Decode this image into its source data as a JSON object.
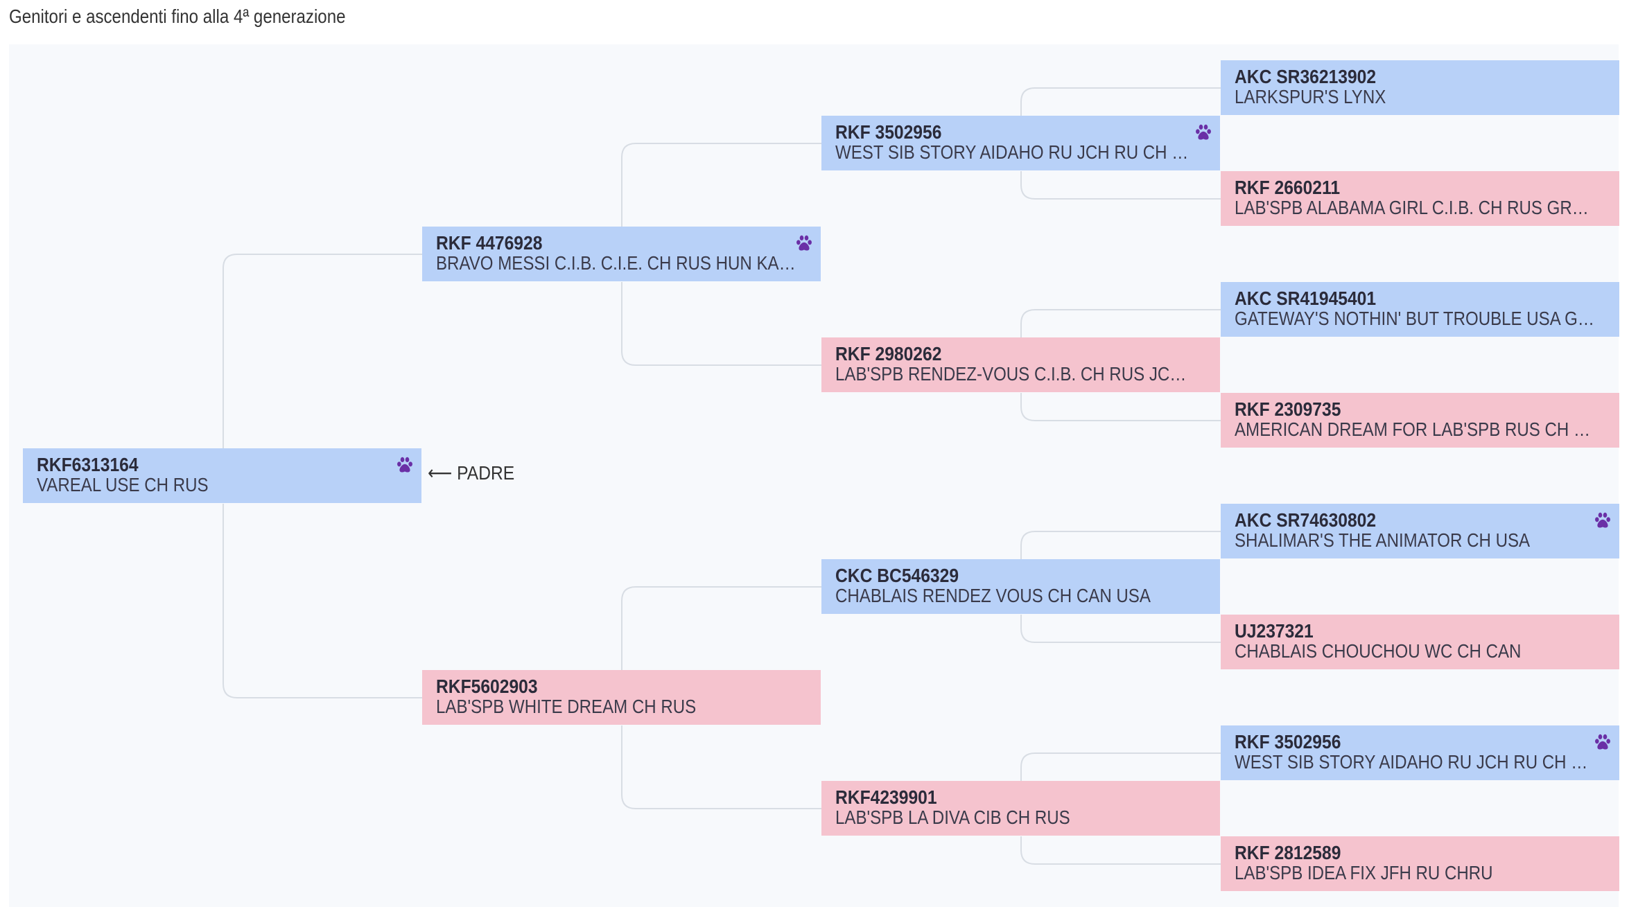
{
  "caption": "Genitori e ascendenti fino alla 4ª generazione",
  "padre_label": "⟵ PADRE",
  "colors": {
    "male": "#b8d1f8",
    "female": "#f5c3ce",
    "paw": "#6a2fa6",
    "connector": "#d8dde4"
  },
  "icons": {
    "paw": "paw-icon"
  },
  "dogs": {
    "subject": {
      "reg": "RKF6313164",
      "name": "VAREAL USE CH RUS",
      "sex": "male",
      "paw": true
    },
    "sire": {
      "reg": "RKF 4476928",
      "name": "BRAVO MESSI C.I.B. C.I.E. CH RUS HUN KAZ LV...",
      "sex": "male",
      "paw": true
    },
    "dam": {
      "reg": "RKF5602903",
      "name": "LAB'SPB WHITE DREAM CH RUS",
      "sex": "female",
      "paw": false
    },
    "ss": {
      "reg": "RKF 3502956",
      "name": "WEST SIB STORY AIDAHO RU JCH RU CH RKF ...",
      "sex": "male",
      "paw": true
    },
    "sd": {
      "reg": "RKF 2980262",
      "name": "LAB'SPB RENDEZ-VOUS C.I.B. CH RUS JCHRUS",
      "sex": "female",
      "paw": false
    },
    "ds": {
      "reg": "CKC BC546329",
      "name": "CHABLAIS RENDEZ VOUS CH CAN USA",
      "sex": "male",
      "paw": false
    },
    "dd": {
      "reg": "RKF4239901",
      "name": "LAB'SPB LA DIVA CIB CH RUS",
      "sex": "female",
      "paw": false
    },
    "sss": {
      "reg": "AKC SR36213902",
      "name": "LARKSPUR'S LYNX",
      "sex": "male",
      "paw": false
    },
    "ssd": {
      "reg": "RKF 2660211",
      "name": "LAB'SPB ALABAMA GIRL C.I.B. CH RUS GRAND ...",
      "sex": "female",
      "paw": false
    },
    "sds": {
      "reg": "AKC SR41945401",
      "name": "GATEWAY'S NOTHIN' BUT TROUBLE USA GCHS ...",
      "sex": "male",
      "paw": false
    },
    "sdd": {
      "reg": "RKF 2309735",
      "name": "AMERICAN DREAM FOR LAB'SPB RUS CH JCH",
      "sex": "female",
      "paw": false
    },
    "dss": {
      "reg": "AKC SR74630802",
      "name": "SHALIMAR'S THE ANIMATOR CH USA",
      "sex": "male",
      "paw": true
    },
    "dsd": {
      "reg": "UJ237321",
      "name": "CHABLAIS CHOUCHOU WC CH CAN",
      "sex": "female",
      "paw": false
    },
    "dds": {
      "reg": "RKF 3502956",
      "name": "WEST SIB STORY AIDAHO RU JCH RU CH RKF ...",
      "sex": "male",
      "paw": true
    },
    "ddd": {
      "reg": "RKF 2812589",
      "name": "LAB'SPB IDEA FIX JFH RU CHRU",
      "sex": "female",
      "paw": false
    }
  }
}
